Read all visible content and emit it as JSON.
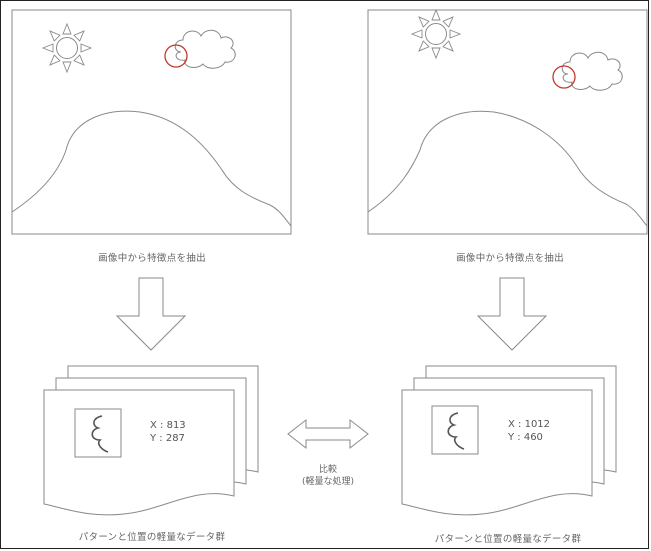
{
  "left_panel": {
    "extract_caption": "画像中から特徴点を抽出",
    "coord_x": "X : 813",
    "coord_y": "Y : 287",
    "data_caption": "パターンと位置の軽量なデータ群"
  },
  "right_panel": {
    "extract_caption": "画像中から特徴点を抽出",
    "coord_x": "X : 1012",
    "coord_y": "Y : 460",
    "data_caption": "パターンと位置の軽量なデータ群"
  },
  "compare": {
    "line1": "比較",
    "line2": "(軽量な処理)"
  },
  "colors": {
    "line": "#8a8a8a",
    "highlight": "#c0392b",
    "pattern": "#555555"
  }
}
